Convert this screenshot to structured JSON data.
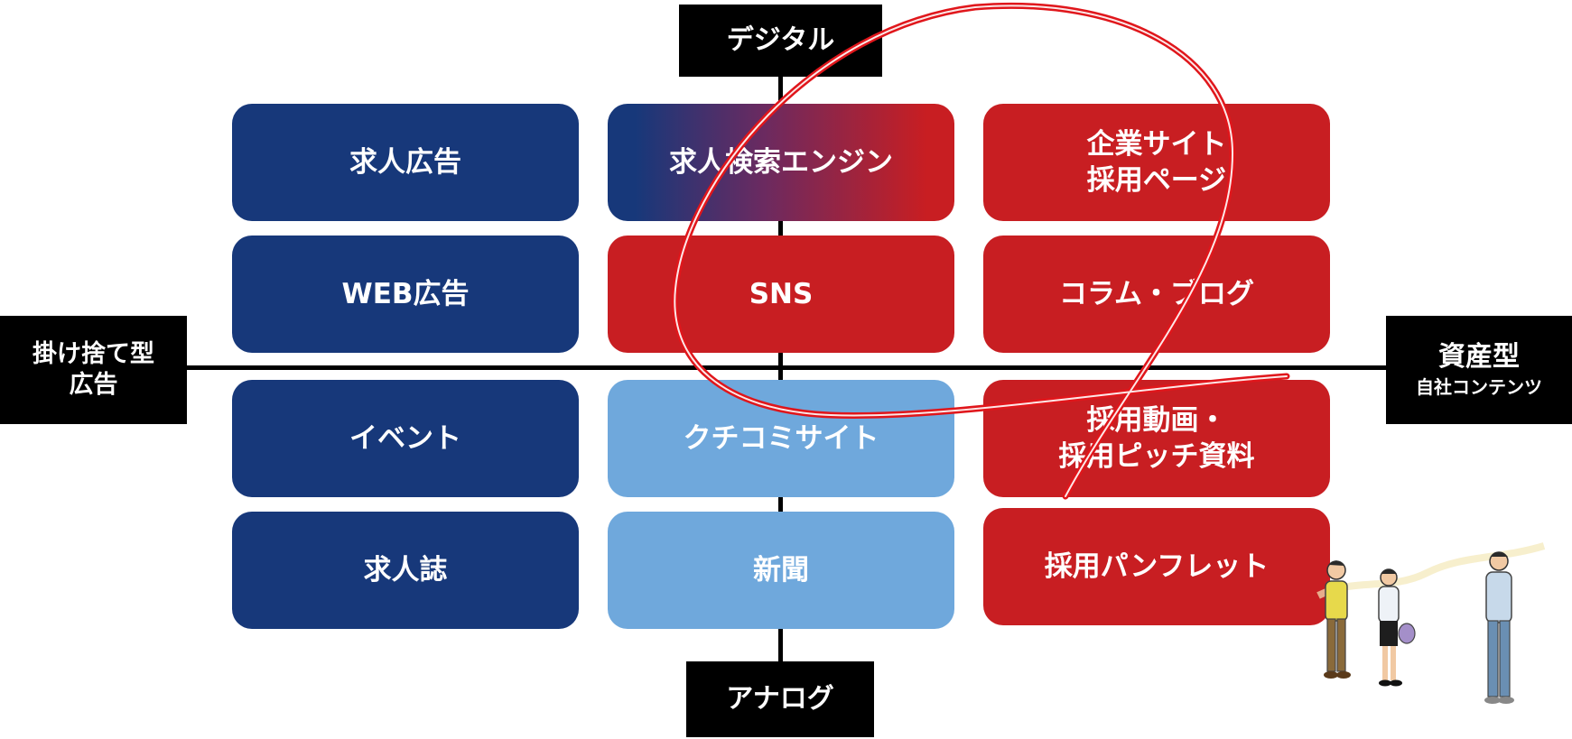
{
  "colors": {
    "navy": "#17387a",
    "red": "#c81e22",
    "light_blue": "#6fa8dc",
    "black": "#000000",
    "annotation": "#e0161b"
  },
  "axes": {
    "top": "デジタル",
    "bottom": "アナログ",
    "left": [
      "掛け捨て型",
      "広告"
    ],
    "right": {
      "main": "資産型",
      "sub": "自社コンテンツ"
    }
  },
  "cells": [
    {
      "id": "kyujin-koukoku",
      "lines": [
        "求人広告"
      ],
      "color": "navy"
    },
    {
      "id": "kyujin-kensaku",
      "lines": [
        "求人検索エンジン"
      ],
      "color": "gradient"
    },
    {
      "id": "kigyo-site",
      "lines": [
        "企業サイト",
        "採用ページ"
      ],
      "color": "red"
    },
    {
      "id": "web-koukoku",
      "lines": [
        "WEB広告"
      ],
      "color": "navy"
    },
    {
      "id": "sns",
      "lines": [
        "SNS"
      ],
      "color": "red"
    },
    {
      "id": "column-blog",
      "lines": [
        "コラム・ブログ"
      ],
      "color": "red"
    },
    {
      "id": "event",
      "lines": [
        "イベント"
      ],
      "color": "navy"
    },
    {
      "id": "kuchikomi",
      "lines": [
        "クチコミサイト"
      ],
      "color": "light_blue"
    },
    {
      "id": "saiyo-douga",
      "lines": [
        "採用動画・",
        "採用ピッチ資料"
      ],
      "color": "red"
    },
    {
      "id": "kyujinshi",
      "lines": [
        "求人誌"
      ],
      "color": "navy"
    },
    {
      "id": "shinbun",
      "lines": [
        "新聞"
      ],
      "color": "light_blue"
    },
    {
      "id": "pamphlet",
      "lines": [
        "採用パンフレット"
      ],
      "color": "red"
    }
  ],
  "illustration": {
    "icon": "walking-people-illustration"
  },
  "annotation": {
    "icon": "red-hand-drawn-loop"
  }
}
